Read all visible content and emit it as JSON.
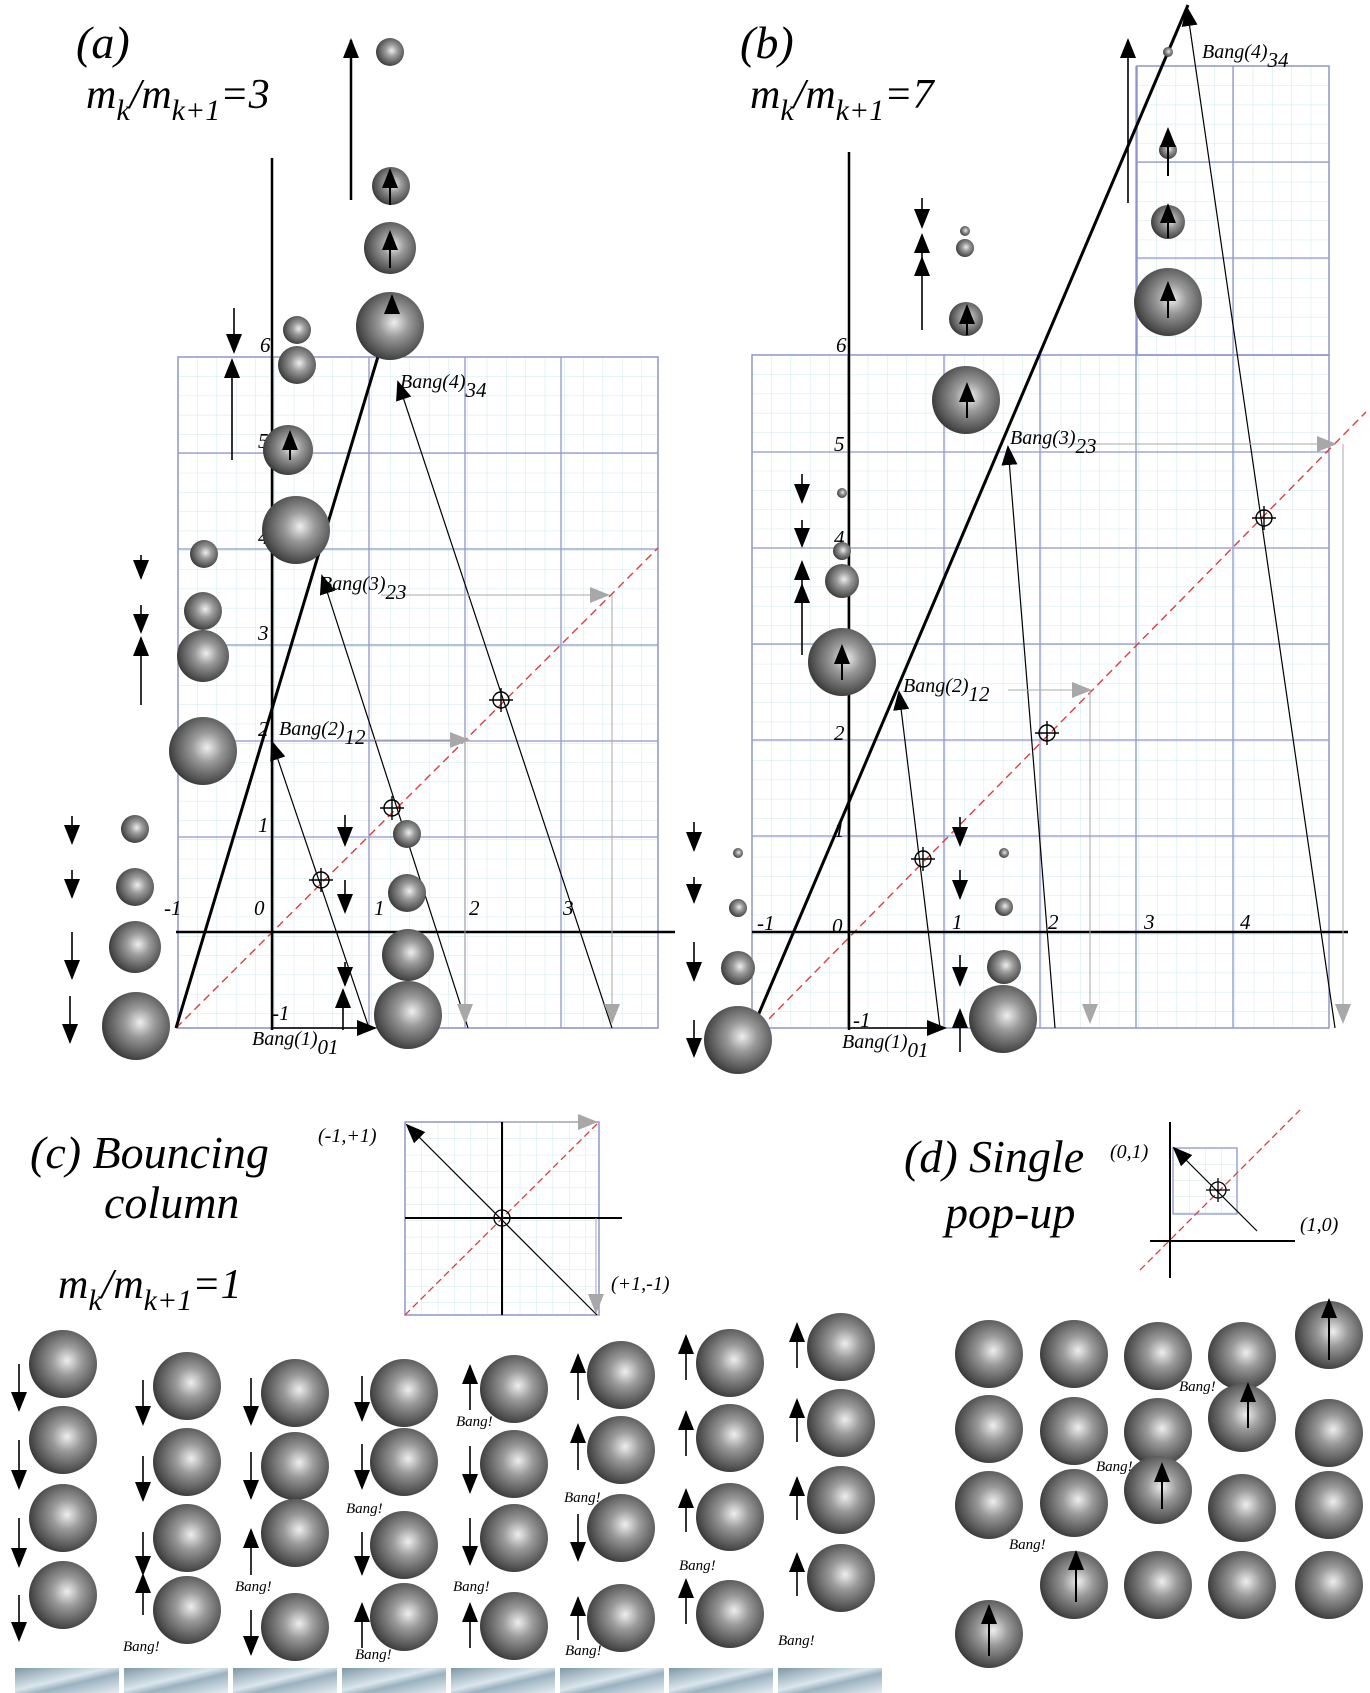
{
  "panels": {
    "a": {
      "label": "(a)",
      "ratio": {
        "m": "m",
        "k": "k",
        "mid": "/m",
        "kp1": "k+1",
        "eq": "=3"
      },
      "bang1": {
        "t": "Bang(1)",
        "s": "01"
      },
      "bang2": {
        "t": "Bang(2)",
        "s": "12"
      },
      "bang3": {
        "t": "Bang(3)",
        "s": "23"
      },
      "bang4": {
        "t": "Bang(4)",
        "s": "34"
      },
      "y_ticks": [
        "-1",
        "1",
        "2",
        "3",
        "4",
        "5",
        "6"
      ],
      "x_ticks": [
        "-1",
        "0",
        "1",
        "2",
        "3"
      ]
    },
    "b": {
      "label": "(b)",
      "ratio": {
        "m": "m",
        "k": "k",
        "mid": "/m",
        "kp1": "k+1",
        "eq": "=7"
      },
      "bang1": {
        "t": "Bang(1)",
        "s": "01"
      },
      "bang2": {
        "t": "Bang(2)",
        "s": "12"
      },
      "bang3": {
        "t": "Bang(3)",
        "s": "23"
      },
      "bang4": {
        "t": "Bang(4)",
        "s": "34"
      },
      "y_ticks": [
        "-1",
        "1",
        "2",
        "4",
        "5",
        "6"
      ],
      "x_ticks": [
        "-1",
        "0",
        "1",
        "2",
        "3",
        "4"
      ]
    },
    "c": {
      "line1": "(c) Bouncing",
      "line2": "column",
      "ratio": {
        "m": "m",
        "k": "k",
        "mid": "/m",
        "kp1": "k+1",
        "eq": "=1"
      },
      "corner_tl": "(-1,+1)",
      "corner_br": "(+1,-1)",
      "bang": "Bang!"
    },
    "d": {
      "line1": "(d) Single",
      "line2": "pop-up",
      "corner_tl": "(0,1)",
      "corner_br": "(1,0)",
      "bang": "Bang!"
    }
  },
  "colors": {
    "grid_minor": "#bfe3e6",
    "grid_major": "#8f96cc",
    "diagonal": "#e03c3c",
    "arrow_gray": "#a8a8a8"
  }
}
